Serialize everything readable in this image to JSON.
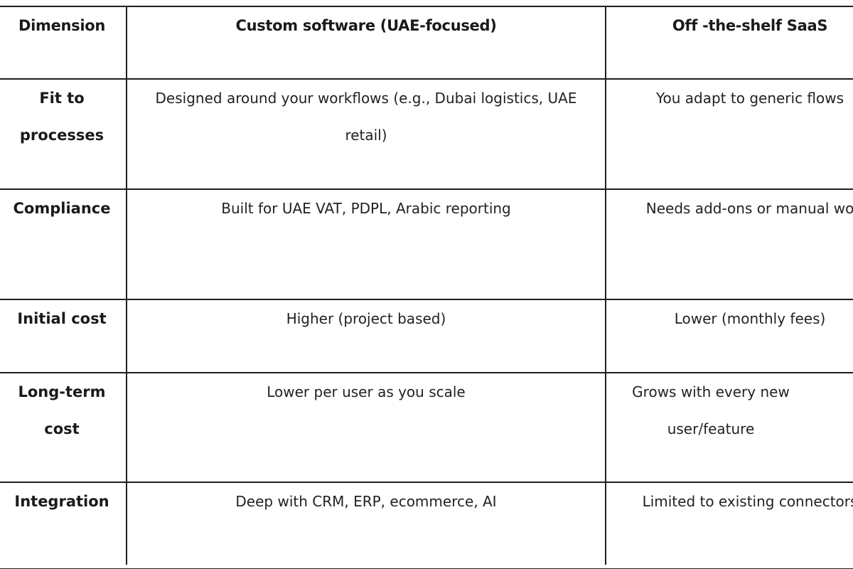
{
  "table": {
    "headers": {
      "dimension": "Dimension",
      "custom": "Custom software (UAE-focused)",
      "saas": "Off -the-shelf SaaS"
    },
    "rows": [
      {
        "dimension": "Fit to processes",
        "custom": "Designed around your workflows (e.g., Dubai logistics, UAE retail)",
        "saas": "You adapt to generic flows"
      },
      {
        "dimension": "Compliance",
        "custom": "Built for UAE VAT, PDPL, Arabic reporting",
        "saas": "Needs add-ons or manual work"
      },
      {
        "dimension": "Initial cost",
        "custom": "Higher (project based)",
        "saas": "Lower (monthly fees)"
      },
      {
        "dimension": "Long-term cost",
        "custom": "Lower per user as you scale",
        "saas": "Grows with every new user/feature"
      },
      {
        "dimension": "Integration",
        "custom": "Deep with CRM, ERP, ecommerce, AI",
        "saas": "Limited to existing connectors"
      }
    ]
  }
}
